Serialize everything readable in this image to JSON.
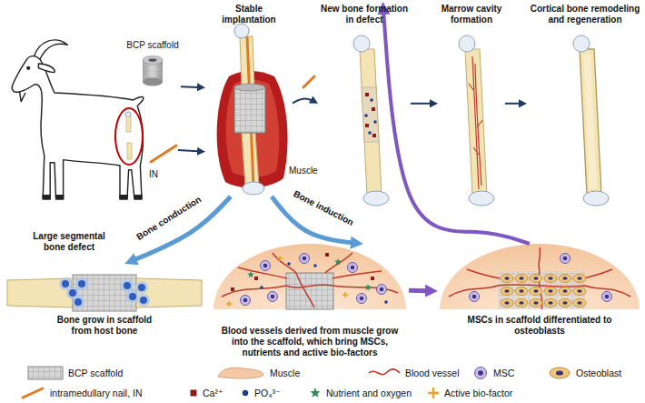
{
  "diagram": {
    "nodes": [
      {
        "text": [
          "Large segmental bone defect"
        ]
      },
      {
        "text": [
          "BCP scaffold"
        ]
      },
      {
        "text": [
          "IN"
        ]
      },
      {
        "text": [
          "Stable implantation"
        ]
      },
      {
        "text": [
          "New bone formation in defect"
        ]
      },
      {
        "text": [
          "Marrow cavity formation"
        ]
      },
      {
        "text": [
          "Cortical bone remodeling and regeneration"
        ]
      },
      {
        "text": [
          "Bone grow in scaffold from host bone"
        ]
      },
      {
        "text": [
          "Blood vessels derived from muscle grow into the scaffold, which bring MSCs, nutrients and active bio-factors"
        ]
      },
      {
        "text": [
          "MSCs in scaffold differentiated to osteoblasts"
        ]
      }
    ],
    "edges": [
      {
        "from": 1,
        "to": 3,
        "arrow": "to"
      },
      {
        "from": 2,
        "to": 3,
        "arrow": "to"
      },
      {
        "from": 3,
        "to": 4,
        "arrow": "to"
      },
      {
        "from": 4,
        "to": 5,
        "arrow": "to"
      },
      {
        "from": 5,
        "to": 6,
        "arrow": "to"
      },
      {
        "from": 3,
        "to": 7,
        "label": "Bone conduction",
        "arrow": "to"
      },
      {
        "from": 3,
        "to": 8,
        "label": "Bone induction",
        "arrow": "to"
      },
      {
        "from": 8,
        "to": 9,
        "arrow": "to"
      },
      {
        "from": 9,
        "to": 4,
        "arrow": "to"
      }
    ],
    "labels": [
      "Muscle"
    ],
    "legend": [
      {
        "text": "BCP scaffold"
      },
      {
        "text": "Muscle",
        "color": "#f5c9a6"
      },
      {
        "text": "Blood vessel"
      },
      {
        "text": "MSC"
      },
      {
        "text": "Osteoblast"
      },
      {
        "text": "intramedullary nail, IN"
      },
      {
        "text": "Ca²⁺",
        "color": "#8b1c1c"
      },
      {
        "text": "PO₄³⁻",
        "color": "#1a3c8c"
      },
      {
        "text": "Nutrient and oxygen",
        "color": "#2e8b57"
      },
      {
        "text": "Active bio-factor",
        "color": "#f0a020"
      }
    ]
  }
}
